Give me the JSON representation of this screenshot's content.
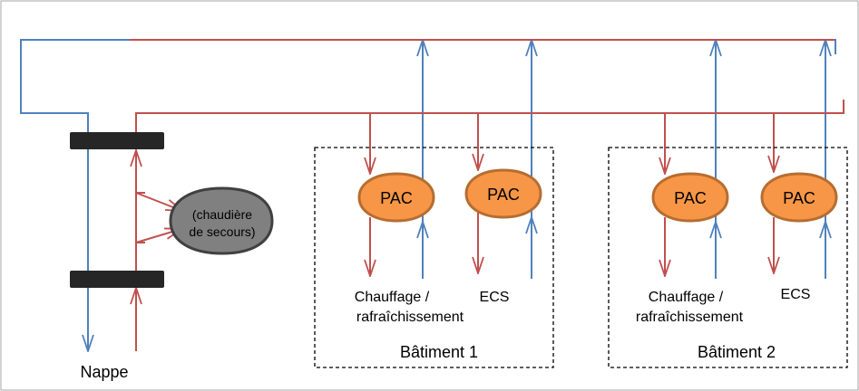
{
  "colors": {
    "blue": "#4f81bd",
    "red": "#c0504d",
    "pac_fill": "#f79646",
    "pac_stroke": "#b66d31",
    "boiler_fill": "#808080",
    "boiler_stroke": "#404040",
    "exchanger": "#262626",
    "frame": "#a6a6a6"
  },
  "labels": {
    "nappe": "Nappe",
    "boiler_line1": "(chaudière",
    "boiler_line2": "de secours)",
    "heat_pump": "PAC",
    "heating_line1": "Chauffage /",
    "heating_line2": "rafraîchissement",
    "dhw": "ECS"
  },
  "buildings": [
    {
      "name": "Bâtiment 1"
    },
    {
      "name": "Bâtiment 2"
    }
  ]
}
